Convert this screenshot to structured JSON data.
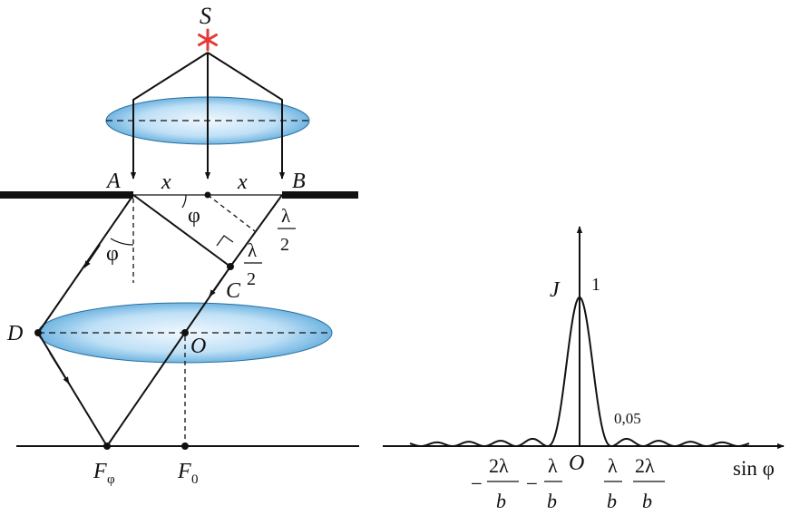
{
  "left_diagram": {
    "source_label": "S",
    "point_A": "A",
    "point_B": "B",
    "point_C": "C",
    "point_D": "D",
    "point_O": "O",
    "focus_phi": "F",
    "focus_phi_sub": "φ",
    "focus_zero": "F",
    "focus_zero_sub": "0",
    "half_width_left": "x",
    "half_width_right": "x",
    "angle_top": "φ",
    "angle_left": "φ",
    "lambda_sym": "λ",
    "half_denominator": "2"
  },
  "intensity_plot": {
    "y_label": "J",
    "peak_label": "1",
    "side_lobe_label": "0,05",
    "origin_label": "O",
    "x_label": "sin φ",
    "minus": "−",
    "two_lambda": "2λ",
    "lambda": "λ",
    "denominator": "b",
    "sidelobe_ratio": 0.05
  },
  "colors": {
    "source": "#e53935",
    "lens_light": "#f1f8fe",
    "lens_dark": "#5aa9dc",
    "ink": "#111111"
  }
}
